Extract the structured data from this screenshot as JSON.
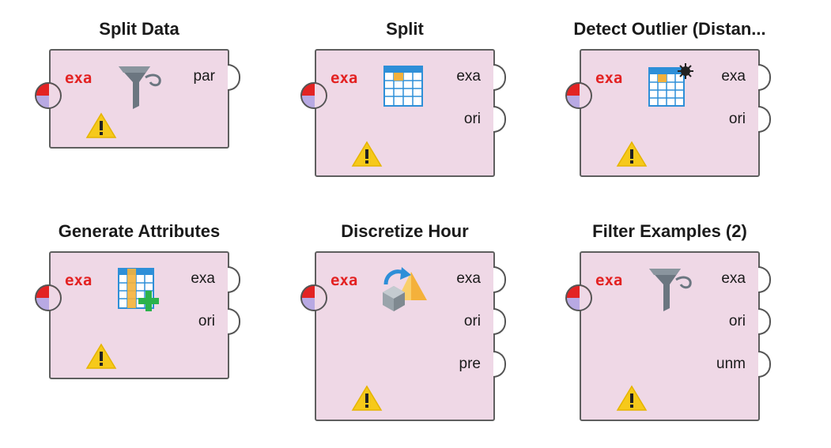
{
  "operators": [
    {
      "title": "Split Data",
      "input": "exa",
      "outputs": [
        "par"
      ],
      "icon": "filter-split-icon"
    },
    {
      "title": "Split",
      "input": "exa",
      "outputs": [
        "exa",
        "ori"
      ],
      "icon": "table-icon"
    },
    {
      "title": "Detect Outlier (Distan...",
      "input": "exa",
      "outputs": [
        "exa",
        "ori"
      ],
      "icon": "table-outlier-icon"
    },
    {
      "title": "Generate Attributes",
      "input": "exa",
      "outputs": [
        "exa",
        "ori"
      ],
      "icon": "table-add-column-icon"
    },
    {
      "title": "Discretize Hour",
      "input": "exa",
      "outputs": [
        "exa",
        "ori",
        "pre"
      ],
      "icon": "shapes-transform-icon"
    },
    {
      "title": "Filter Examples (2)",
      "input": "exa",
      "outputs": [
        "exa",
        "ori",
        "unm"
      ],
      "icon": "filter-icon"
    }
  ],
  "colors": {
    "operator_fill": "#efd8e6",
    "input_label": "#e32222",
    "warning": "#f6c91a"
  }
}
